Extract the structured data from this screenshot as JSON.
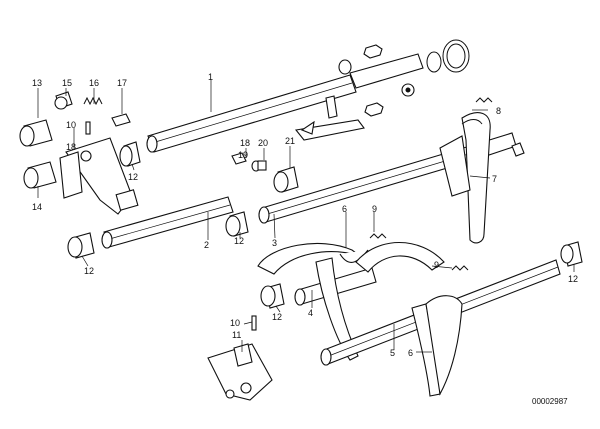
{
  "diagram": {
    "reference_number": "00002987",
    "callouts": [
      "1",
      "2",
      "3",
      "4",
      "5",
      "6",
      "7",
      "8",
      "9",
      "10",
      "11",
      "12",
      "13",
      "14",
      "15",
      "16",
      "17",
      "18",
      "19",
      "20",
      "21"
    ]
  }
}
